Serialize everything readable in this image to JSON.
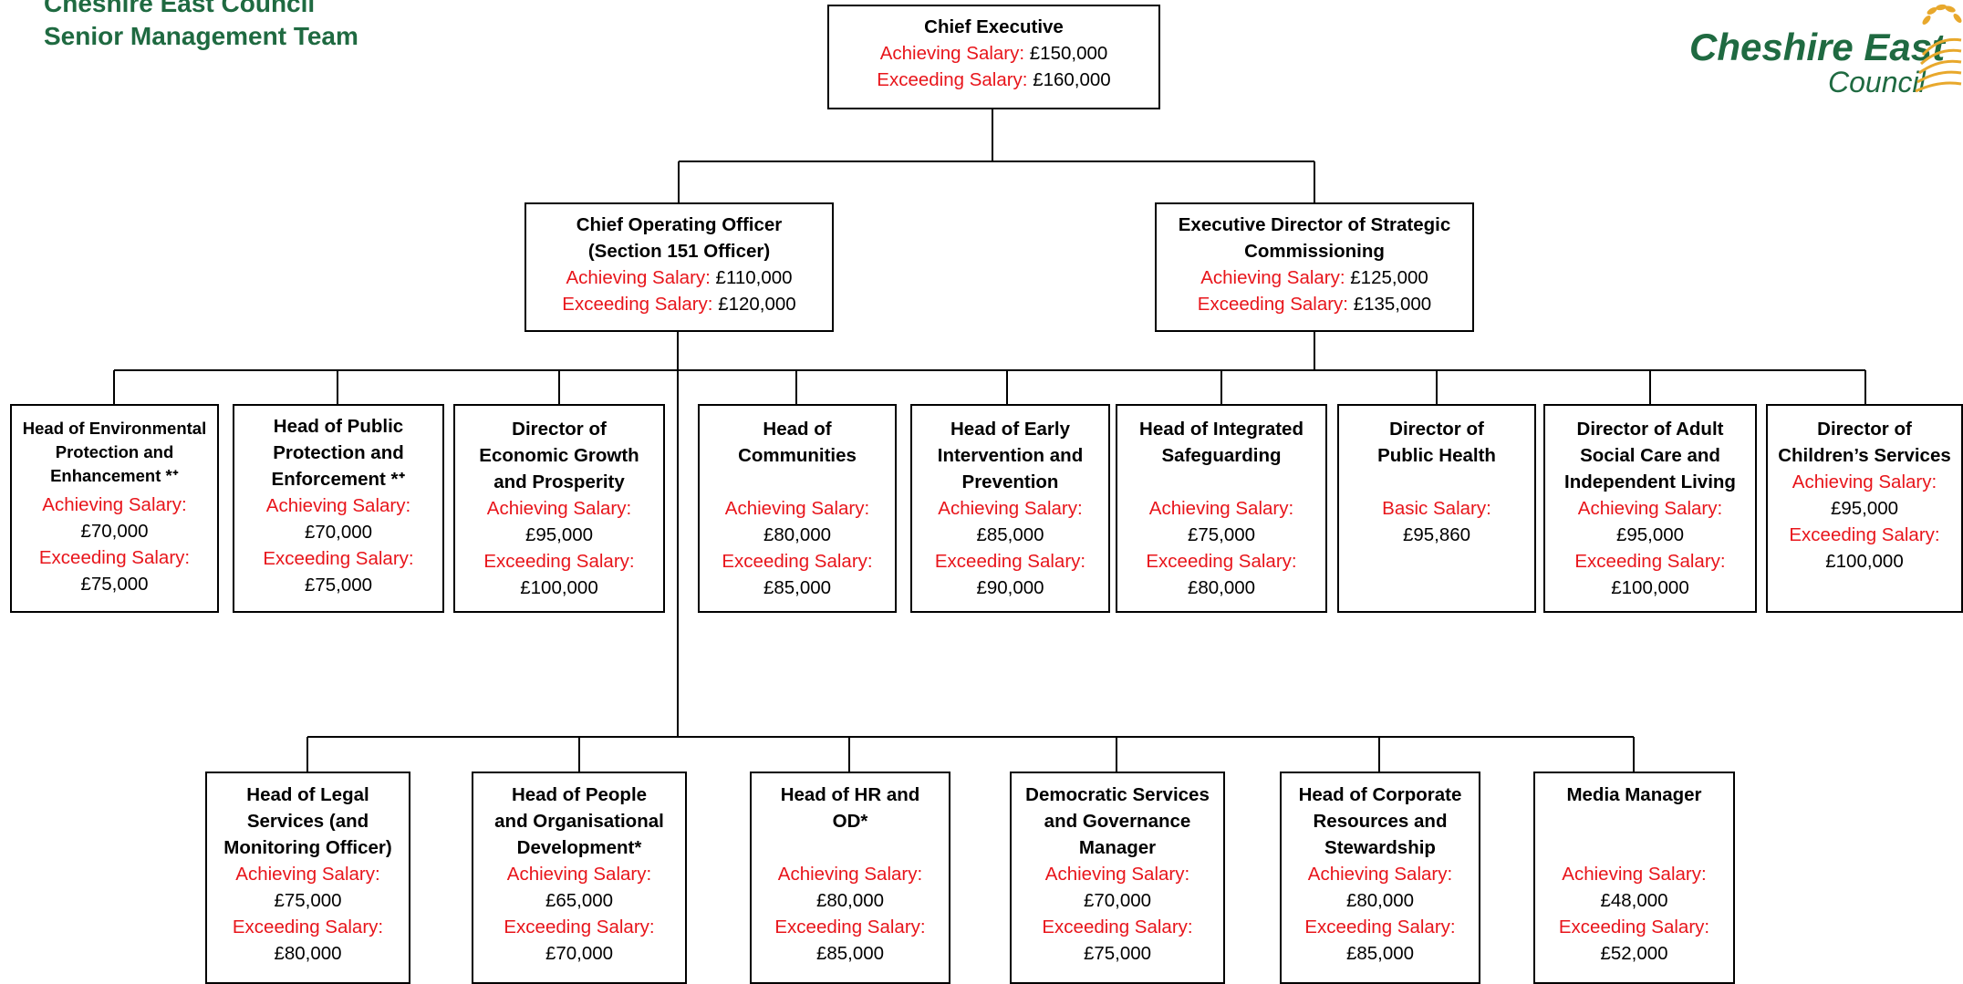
{
  "header": {
    "line1": "Cheshire East Council",
    "line2": "Senior Management Team"
  },
  "logo": {
    "line1": "Cheshire East",
    "line2": "Council"
  },
  "colors": {
    "header_green": "#1f6a41",
    "salary_label_red": "#e8151b",
    "border": "#000000"
  },
  "nodes": {
    "chief_exec": {
      "title": [
        "Chief Executive"
      ],
      "achieving_label": "Achieving Salary:",
      "achieving_value": "£150,000",
      "exceeding_label": "Exceeding Salary:",
      "exceeding_value": "£160,000"
    },
    "coo": {
      "title": [
        "Chief Operating Officer",
        "(Section 151 Officer)"
      ],
      "achieving_label": "Achieving Salary:",
      "achieving_value": "£110,000",
      "exceeding_label": "Exceeding Salary:",
      "exceeding_value": "£120,000"
    },
    "exec_dir": {
      "title": [
        "Executive Director of Strategic",
        "Commissioning"
      ],
      "achieving_label": "Achieving Salary:",
      "achieving_value": "£125,000",
      "exceeding_label": "Exceeding Salary:",
      "exceeding_value": "£135,000"
    },
    "env_protection": {
      "title": [
        "Head of Environmental",
        "Protection and",
        "Enhancement *ᐩ"
      ],
      "achieving_label": "Achieving Salary:",
      "achieving_value": "£70,000",
      "exceeding_label": "Exceeding Salary:",
      "exceeding_value": "£75,000"
    },
    "public_protection": {
      "title": [
        "Head of Public",
        "Protection and",
        "Enforcement *ᐩ"
      ],
      "achieving_label": "Achieving Salary:",
      "achieving_value": "£70,000",
      "exceeding_label": "Exceeding Salary:",
      "exceeding_value": "£75,000"
    },
    "economic_growth": {
      "title": [
        "Director of",
        "Economic Growth",
        "and Prosperity"
      ],
      "achieving_label": "Achieving Salary:",
      "achieving_value": "£95,000",
      "exceeding_label": "Exceeding Salary:",
      "exceeding_value": "£100,000"
    },
    "communities": {
      "title": [
        "Head of",
        "Communities"
      ],
      "achieving_label": "Achieving Salary:",
      "achieving_value": "£80,000",
      "exceeding_label": "Exceeding Salary:",
      "exceeding_value": "£85,000"
    },
    "early_intervention": {
      "title": [
        "Head of Early",
        "Intervention and",
        "Prevention"
      ],
      "achieving_label": "Achieving Salary:",
      "achieving_value": "£85,000",
      "exceeding_label": "Exceeding Salary:",
      "exceeding_value": "£90,000"
    },
    "safeguarding": {
      "title": [
        "Head of Integrated",
        "Safeguarding"
      ],
      "achieving_label": "Achieving Salary:",
      "achieving_value": "£75,000",
      "exceeding_label": "Exceeding Salary:",
      "exceeding_value": "£80,000"
    },
    "public_health": {
      "title": [
        "Director of",
        "Public Health"
      ],
      "basic_label": "Basic Salary:",
      "basic_value": "£95,860"
    },
    "adult_social_care": {
      "title": [
        "Director of Adult",
        "Social Care and",
        "Independent Living"
      ],
      "achieving_label": "Achieving Salary:",
      "achieving_value": "£95,000",
      "exceeding_label": "Exceeding Salary:",
      "exceeding_value": "£100,000"
    },
    "childrens_services": {
      "title": [
        "Director of",
        "Children’s Services"
      ],
      "achieving_label": "Achieving Salary:",
      "achieving_value": "£95,000",
      "exceeding_label": "Exceeding Salary:",
      "exceeding_value": "£100,000"
    },
    "legal": {
      "title": [
        "Head of Legal",
        "Services (and",
        "Monitoring Officer)"
      ],
      "achieving_label": "Achieving Salary:",
      "achieving_value": "£75,000",
      "exceeding_label": "Exceeding Salary:",
      "exceeding_value": "£80,000"
    },
    "people_org": {
      "title": [
        "Head of People",
        "and Organisational",
        "Development*"
      ],
      "achieving_label": "Achieving Salary:",
      "achieving_value": "£65,000",
      "exceeding_label": "Exceeding Salary:",
      "exceeding_value": "£70,000"
    },
    "hr_od": {
      "title": [
        "Head of HR and",
        "OD*"
      ],
      "achieving_label": "Achieving Salary:",
      "achieving_value": "£80,000",
      "exceeding_label": "Exceeding Salary:",
      "exceeding_value": "£85,000"
    },
    "democratic": {
      "title": [
        "Democratic Services",
        "and Governance",
        "Manager"
      ],
      "achieving_label": "Achieving Salary:",
      "achieving_value": "£70,000",
      "exceeding_label": "Exceeding Salary:",
      "exceeding_value": "£75,000"
    },
    "corporate_resources": {
      "title": [
        "Head of Corporate",
        "Resources and",
        "Stewardship"
      ],
      "achieving_label": "Achieving Salary:",
      "achieving_value": "£80,000",
      "exceeding_label": "Exceeding Salary:",
      "exceeding_value": "£85,000"
    },
    "media": {
      "title": [
        "Media Manager"
      ],
      "achieving_label": "Achieving Salary:",
      "achieving_value": "£48,000",
      "exceeding_label": "Exceeding Salary:",
      "exceeding_value": "£52,000"
    }
  }
}
